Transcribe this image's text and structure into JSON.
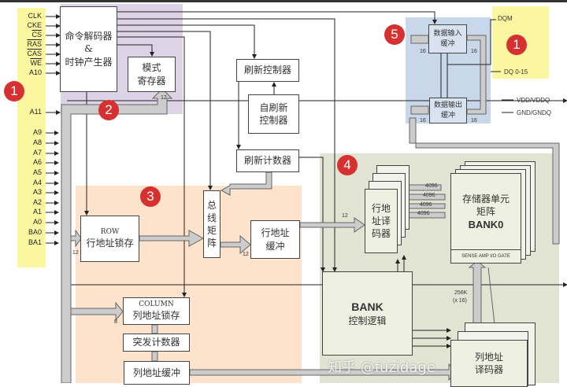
{
  "signals_left": [
    "CLK",
    "CKE",
    "CS",
    "RAS",
    "CAS",
    "WE",
    "A10",
    "A11",
    "A9",
    "A8",
    "A7",
    "A6",
    "A5",
    "A4",
    "A3",
    "A2",
    "A1",
    "A0",
    "BA0",
    "BA1"
  ],
  "badges": [
    "1",
    "2",
    "3",
    "4",
    "5",
    "1"
  ],
  "blocks": {
    "cmd_decoder": [
      "命令解码器",
      "&",
      "时钟产生器"
    ],
    "mode_register": [
      "模式",
      "寄存器"
    ],
    "refresh_ctrl": "刷新控制器",
    "self_refresh": [
      "自刷新",
      "控制器"
    ],
    "refresh_counter": "刷新计数器",
    "row_latch": [
      "ROW",
      "行地址锁存"
    ],
    "bus_matrix": [
      "总",
      "线",
      "矩",
      "阵"
    ],
    "row_buffer": [
      "行地址",
      "缓冲"
    ],
    "col_latch": [
      "COLUMN",
      "列地址锁存"
    ],
    "burst_counter": "突发计数器",
    "col_buffer": "列地址缓冲",
    "row_decoder": [
      "行地",
      "址译",
      "码器"
    ],
    "mem_array": [
      "存储器单元",
      "矩阵",
      "BANK0"
    ],
    "sense_amp": "SENSE AMP I/O GATE",
    "bank_logic": [
      "BANK",
      "控制逻辑"
    ],
    "col_decoder": [
      "列地址",
      "译码器"
    ],
    "data_in": [
      "数据输入",
      "缓冲"
    ],
    "data_out": [
      "数据输出",
      "缓冲"
    ]
  },
  "labels": {
    "w12a": "12",
    "w12b": "12",
    "w12c": "12",
    "w12d": "12",
    "w8": "8",
    "w16a": "16",
    "w16b": "16",
    "w16c": "16",
    "w16d": "16",
    "w4096": [
      "4096",
      "4096",
      "4096",
      "4096"
    ],
    "w256k": "256K",
    "wx16": "(x 16)",
    "dqm": "DQM",
    "dq": "DQ 0-15",
    "vdd": "VDD/VDDQ",
    "gnd": "GND/GNDQ"
  },
  "watermark": "知乎 @fuzidage",
  "colors": {
    "yellow": "#fbf7a0",
    "purple": "#ddd3e6",
    "orange": "#fde3cb",
    "green": "#e1e4d2",
    "blue": "#c9d7ea",
    "badge": "#d63030"
  }
}
